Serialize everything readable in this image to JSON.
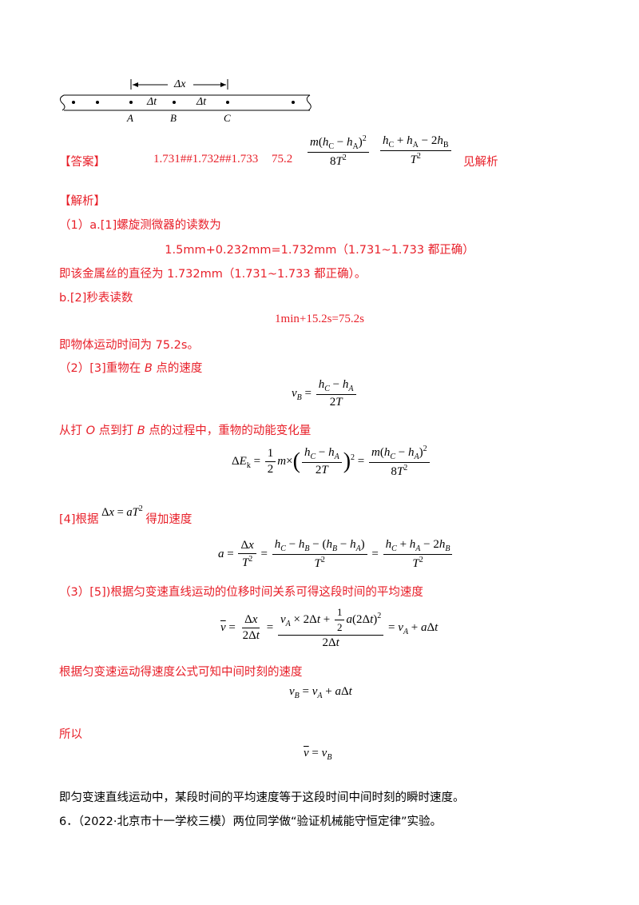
{
  "diagram": {
    "delta_x": "Δx",
    "delta_t_1": "Δt",
    "delta_t_2": "Δt",
    "label_a": "A",
    "label_b": "B",
    "label_c": "C"
  },
  "answer": {
    "label": "【答案】",
    "ans1": "1.731##1.732##1.733",
    "ans2": "75.2",
    "ans5": "见解析"
  },
  "analysis": {
    "label": "【解析】",
    "p1": "（1）a.[1]螺旋测微器的读数为",
    "eq1": "1.5mm+0.232mm=1.732mm（1.731~1.733 都正确）",
    "p2": "即该金属丝的直径为 1.732mm（1.731~1.733 都正确）。",
    "p3": "b.[2]秒表读数",
    "eq2": "1min+15.2s=75.2s",
    "p4": "即物体运动时间为 75.2s。",
    "p5_a": "（2）[3]重物在 ",
    "p5_b": "B",
    "p5_c": " 点的速度",
    "p6_a": "从打 ",
    "p6_b": "O",
    "p6_c": " 点到打 ",
    "p6_d": "B",
    "p6_e": " 点的过程中，重物的动能变化量",
    "p7_a": "[4]根据",
    "p7_b": "得加速度",
    "p8": "（3）[5])根据匀变速直线运动的位移时间关系可得这段时间的平均速度",
    "p9": "根据匀变速运动得速度公式可知中间时刻的速度",
    "p10": "所以",
    "p11": "即匀变速直线运动中，某段时间的平均速度等于这段时间中间时刻的瞬时速度。",
    "p12": "6．（2022·北京市十一学校三模）两位同学做“验证机械能守恒定律”实验。"
  }
}
